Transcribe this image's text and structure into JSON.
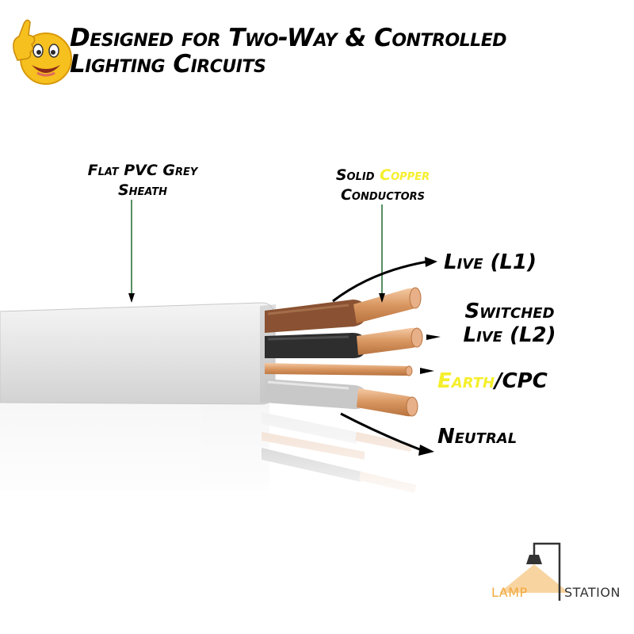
{
  "headline": {
    "line1": "Designed for Two-Way & Controlled",
    "line2": "Lighting Circuits"
  },
  "labels": {
    "sheath_line1": "Flat PVC Grey",
    "sheath_line2": "Sheath",
    "copper_word1": "Solid",
    "copper_word2": "Copper",
    "copper_line2": "Conductors",
    "live_l1": "Live (L1)",
    "switched_line1": "Switched",
    "switched_line2": "Live (L2)",
    "earth_word": "Earth",
    "cpc_word": "/CPC",
    "neutral": "Neutral"
  },
  "logo": {
    "lamp_text": "LAMP",
    "station_text": "STATION"
  },
  "icons": {
    "thumbs_up_emoji": "thumbs-up-smiley-icon",
    "logo_lamp": "pendant-lamp-icon"
  },
  "colors": {
    "highlight": "#f5ef2c",
    "copper": "#d99a6c",
    "brown_insulation": "#8a5232",
    "black_insulation": "#2e2e2e",
    "grey_sheath": "#e6e6e6",
    "pointer_line": "#1f6b2f",
    "logo_orange": "#f2a93b"
  }
}
